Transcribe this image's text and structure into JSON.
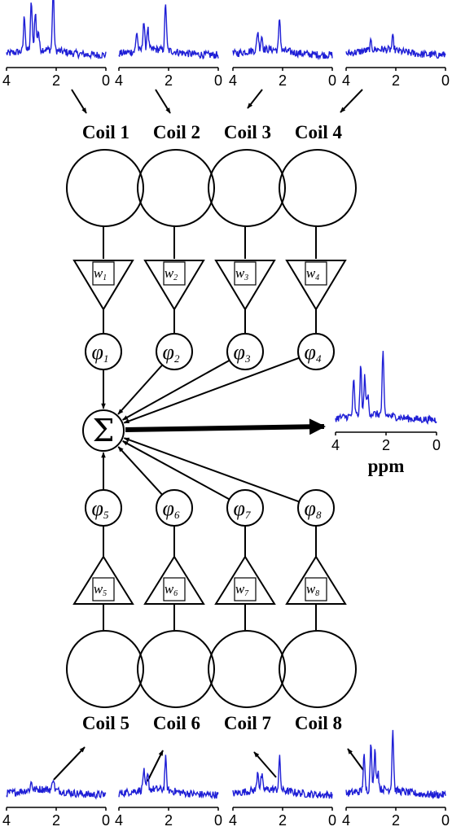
{
  "colors": {
    "spectrum": "#1f1fd6",
    "ink": "#000000",
    "background": "#ffffff"
  },
  "axis_ticks": [
    "4",
    "2",
    "0"
  ],
  "output": {
    "symbol": "Σ",
    "axis_label": "ppm"
  },
  "coils": [
    {
      "label": "Coil 1",
      "weight": "w",
      "weight_sub": "1",
      "phase": "φ",
      "phase_sub": "1"
    },
    {
      "label": "Coil 2",
      "weight": "w",
      "weight_sub": "2",
      "phase": "φ",
      "phase_sub": "2"
    },
    {
      "label": "Coil 3",
      "weight": "w",
      "weight_sub": "3",
      "phase": "φ",
      "phase_sub": "3"
    },
    {
      "label": "Coil 4",
      "weight": "w",
      "weight_sub": "4",
      "phase": "φ",
      "phase_sub": "4"
    },
    {
      "label": "Coil 5",
      "weight": "w",
      "weight_sub": "5",
      "phase": "φ",
      "phase_sub": "5"
    },
    {
      "label": "Coil 6",
      "weight": "w",
      "weight_sub": "6",
      "phase": "φ",
      "phase_sub": "6"
    },
    {
      "label": "Coil 7",
      "weight": "w",
      "weight_sub": "7",
      "phase": "φ",
      "phase_sub": "7"
    },
    {
      "label": "Coil 8",
      "weight": "w",
      "weight_sub": "8",
      "phase": "φ",
      "phase_sub": "8"
    }
  ],
  "spectra_quality": {
    "coil_1": "high",
    "coil_2": "medium",
    "coil_3": "low",
    "coil_4": "very_low",
    "coil_5": "very_low",
    "coil_6": "low",
    "coil_7": "low",
    "coil_8": "high",
    "combined": "high"
  }
}
